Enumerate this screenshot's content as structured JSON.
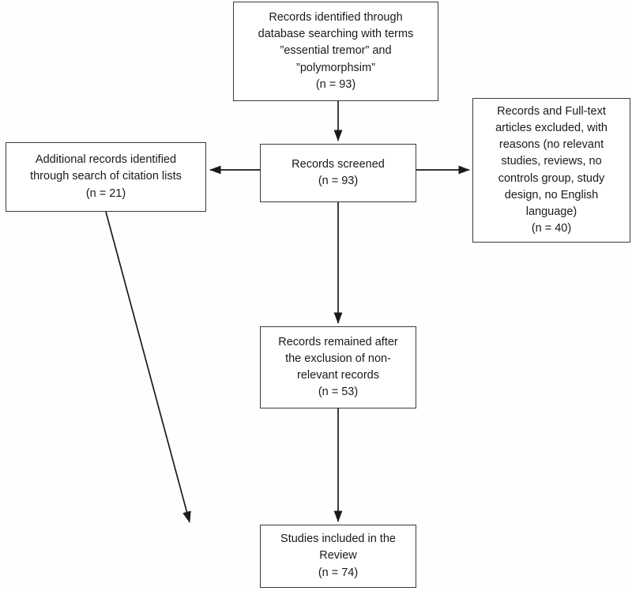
{
  "diagram": {
    "title": "PRISMA study selection flow diagram",
    "type": "flowchart",
    "background_color": "#fdfefe",
    "line_color": "#1a1a1a",
    "box_border_color": "#3b3b3b",
    "nodes": [
      {
        "id": "identified",
        "text": "Records identified through\ndatabase searching with terms\n”essential tremor” and\n”polymorphsim”\n(n = 93)",
        "count_label": "(n = 93)",
        "count": 93
      },
      {
        "id": "additional",
        "text": "Additional records identified\nthrough search of citation lists\n(n = 21)",
        "count_label": "(n = 21)",
        "count": 21
      },
      {
        "id": "screened",
        "text": "Records screened\n(n = 93)",
        "count_label": "(n = 93)",
        "count": 93
      },
      {
        "id": "excluded",
        "text": "Records and Full-text\narticles excluded, with\nreasons (no relevant\nstudies, reviews, no\ncontrols group, study\ndesign, no English\nlanguage)\n(n = 40)",
        "count_label": "(n = 40)",
        "count": 40
      },
      {
        "id": "remained",
        "text": "Records remained after\nthe exclusion of non-\nrelevant records\n(n = 53)",
        "count_label": "(n = 53)",
        "count": 53
      },
      {
        "id": "included",
        "text": "Studies included in the\nReview\n(n = 74)",
        "count_label": "(n = 74)",
        "count": 74
      }
    ],
    "edges": [
      {
        "id": "identified-to-screened",
        "from": "identified",
        "to": "screened",
        "direction": "down"
      },
      {
        "id": "screened-to-additional",
        "from": "screened",
        "to": "additional",
        "direction": "left"
      },
      {
        "id": "screened-to-excluded",
        "from": "screened",
        "to": "excluded",
        "direction": "right"
      },
      {
        "id": "screened-to-remained",
        "from": "screened",
        "to": "remained",
        "direction": "down"
      },
      {
        "id": "remained-to-included",
        "from": "remained",
        "to": "included",
        "direction": "down"
      },
      {
        "id": "additional-to-included",
        "from": "additional",
        "to": "included",
        "direction": "diagonal"
      }
    ]
  }
}
